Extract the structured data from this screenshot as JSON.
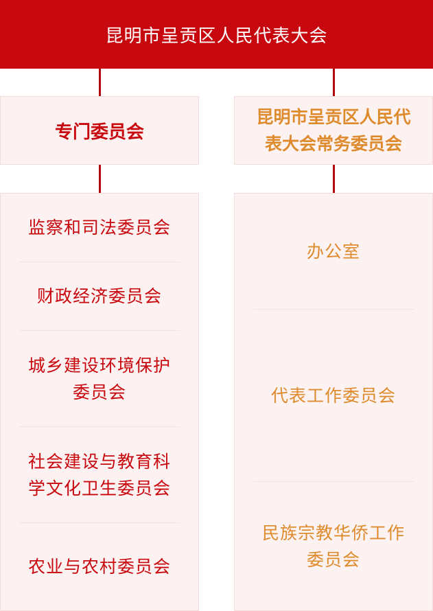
{
  "top": {
    "title": "昆明市呈贡区人民代表大会"
  },
  "left": {
    "heading": "专门委员会",
    "items": [
      "监察和司法委员会",
      "财政经济委员会",
      "城乡建设环境保护\n委员会",
      "社会建设与教育科\n学文化卫生委员会",
      "农业与农村委员会"
    ]
  },
  "right": {
    "heading": "昆明市呈贡区人民代\n表大会常务委员会",
    "items": [
      "办公室",
      "代表工作委员会",
      "民族宗教华侨工作\n委员会"
    ]
  },
  "colors": {
    "primary_red": "#c7080e",
    "accent_orange": "#de8b2e",
    "box_background": "#fdf2f2"
  }
}
